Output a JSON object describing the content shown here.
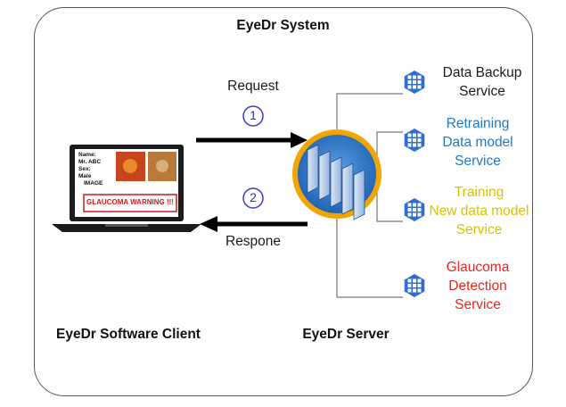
{
  "title": "EyeDr System",
  "request_label": "Request",
  "response_label": "Respone",
  "step1": "1",
  "step2": "2",
  "client_label": "EyeDr Software Client",
  "server_label": "EyeDr Server",
  "laptop": {
    "name_label": "Name:",
    "name_value": "Mr. ABC",
    "sex_label": "Sex:",
    "sex_value": "Male",
    "image_label": "IMAGE",
    "warning": "GLAUCOMA WARNING !!!"
  },
  "services": [
    {
      "lines": [
        "Data Backup",
        "Service"
      ],
      "color": "#1a1a1a",
      "icon": "grid-service-icon"
    },
    {
      "lines": [
        "Retraining",
        "Data model",
        "Service"
      ],
      "color": "#1f77c8",
      "icon": "grid-service-icon"
    },
    {
      "lines": [
        "Training",
        "New data model",
        "Service"
      ],
      "color": "#d6c400",
      "icon": "grid-service-icon"
    },
    {
      "lines": [
        "Glaucoma",
        "Detection",
        "Service"
      ],
      "color": "#e8261f",
      "icon": "grid-service-icon"
    }
  ],
  "colors": {
    "icon": "#2f6ecf",
    "server_ring": "#f2a500",
    "server_bg": "#2a73c9"
  }
}
